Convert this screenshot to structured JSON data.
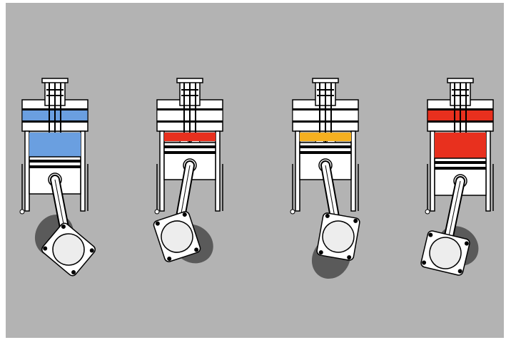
{
  "diagram": {
    "background_color": "#b3b3b3",
    "cylinders": [
      {
        "stroke": "intake",
        "chamber_color": "#6a9fe0",
        "head_color": "#6a9fe0",
        "chamber_fill": "full",
        "crank_rotation": 120,
        "rod_lean": -12
      },
      {
        "stroke": "compression",
        "chamber_color": "#e8301e",
        "head_color": "#ffffff",
        "chamber_fill": "thin",
        "crank_rotation": 215,
        "rod_lean": 10
      },
      {
        "stroke": "power",
        "chamber_color": "#f5b020",
        "head_color": "#ffffff",
        "chamber_fill": "thin",
        "crank_rotation": 300,
        "rod_lean": -14
      },
      {
        "stroke": "exhaust",
        "chamber_color": "#e8301e",
        "head_color": "#e8301e",
        "chamber_fill": "full",
        "crank_rotation": 40,
        "rod_lean": 14
      }
    ]
  }
}
